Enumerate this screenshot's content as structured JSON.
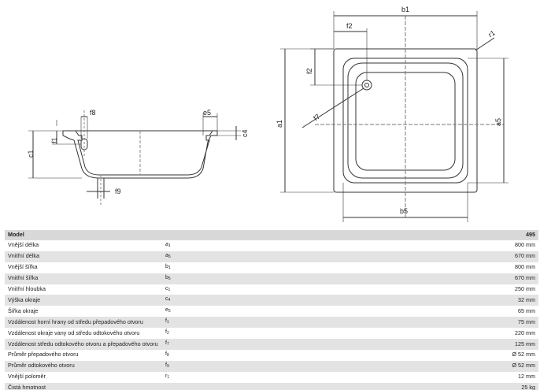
{
  "drawing": {
    "side_view_labels": {
      "f8": "f8",
      "e5": "e5",
      "f1": "f1",
      "c1": "c1",
      "c4": "c4",
      "f9": "f9"
    },
    "top_view_labels": {
      "b1": "b1",
      "f2_top": "f2",
      "f2_side": "f2",
      "r1": "r1",
      "a1": "a1",
      "f7": "f7",
      "a5": "a5",
      "b5": "b5"
    }
  },
  "table": {
    "header": {
      "label": "Model",
      "symbol": "",
      "value": "495"
    },
    "rows": [
      {
        "label": "Vnější délka",
        "sym": "a",
        "sub": "1",
        "value": "800 mm"
      },
      {
        "label": "Vnitřní délka",
        "sym": "a",
        "sub": "5",
        "value": "670 mm"
      },
      {
        "label": "Vnější šířka",
        "sym": "b",
        "sub": "1",
        "value": "800 mm"
      },
      {
        "label": "Vnitřní šířka",
        "sym": "b",
        "sub": "5",
        "value": "670 mm"
      },
      {
        "label": "Vnitřní hloubka",
        "sym": "c",
        "sub": "1",
        "value": "250 mm"
      },
      {
        "label": "Výška okraje",
        "sym": "c",
        "sub": "4",
        "value": "32 mm"
      },
      {
        "label": "Šířka okraje",
        "sym": "e",
        "sub": "5",
        "value": "65 mm"
      },
      {
        "label": "Vzdálenost horní hrany od středu přepadového otvoru",
        "sym": "f",
        "sub": "1",
        "value": "75 mm"
      },
      {
        "label": "Vzdálenost okraje vany od středu odtokového otvoru",
        "sym": "f",
        "sub": "2",
        "value": "220 mm"
      },
      {
        "label": "Vzdálenost středu odtokového otvoru a přepadového otvoru",
        "sym": "f",
        "sub": "7",
        "value": "125 mm"
      },
      {
        "label": "Průměr přepadového otvoru",
        "sym": "f",
        "sub": "8",
        "value": "Ø 52 mm"
      },
      {
        "label": "Průměr odtokového otvoru",
        "sym": "f",
        "sub": "9",
        "value": "Ø 52 mm"
      },
      {
        "label": "Vnější poloměr",
        "sym": "r",
        "sub": "1",
        "value": "12 mm"
      },
      {
        "label": "Čistá hmotnost",
        "sym": "",
        "sub": "",
        "value": "25 kg"
      }
    ]
  }
}
